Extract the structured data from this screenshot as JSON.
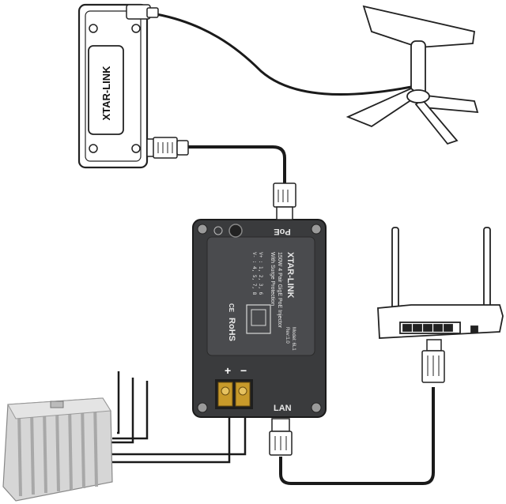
{
  "camera_module": {
    "brand": "XTAR-LINK"
  },
  "injector": {
    "brand": "XTAR-LINK",
    "title_line1": "150W 4 Pair GigE PoE Injector",
    "title_line2": "With Surge Protection",
    "spec_line1": "V+ : 1, 2, 3, 6",
    "spec_line2": "V- : 4, 5, 7, 8",
    "model": "Model: 6L1",
    "rev": "Rev:1.0",
    "rohs": "RoHS",
    "ce": "CE",
    "poe_label": "PoE",
    "lan_label": "LAN",
    "plus_label": "+",
    "minus_label": "−"
  },
  "colors": {
    "injector_body": "#3a3b3d",
    "injector_face": "#4a4b4e",
    "terminal_block": "#c89a2a",
    "cable": "#1a1a1a",
    "outline": "#222222"
  }
}
